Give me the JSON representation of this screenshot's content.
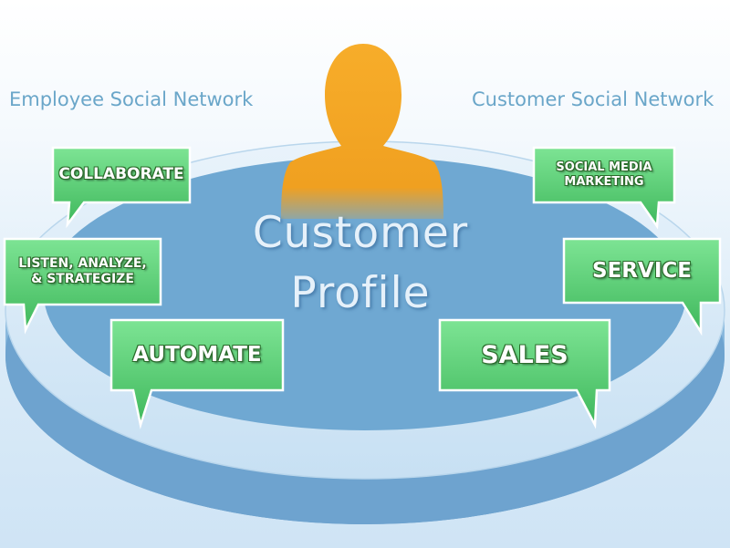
{
  "network_labels": {
    "employee": "Employee Social Network",
    "customer": "Customer Social Network"
  },
  "center": {
    "line1": "Customer",
    "line2": "Profile"
  },
  "bubbles": {
    "collaborate": "COLLABORATE",
    "listen": [
      "LISTEN, ANALYZE,",
      "& STRATEGIZE"
    ],
    "automate": "AUTOMATE",
    "social_media": [
      "SOCIAL MEDIA",
      "MARKETING"
    ],
    "service": "SERVICE",
    "sales": "SALES"
  },
  "colors": {
    "bubble_fill": "#5fd37a",
    "bubble_border": "#ffffff",
    "person": "#f5a31a",
    "disc_rim": "#7fb0d6",
    "disc_top": "#6fa8d2"
  }
}
